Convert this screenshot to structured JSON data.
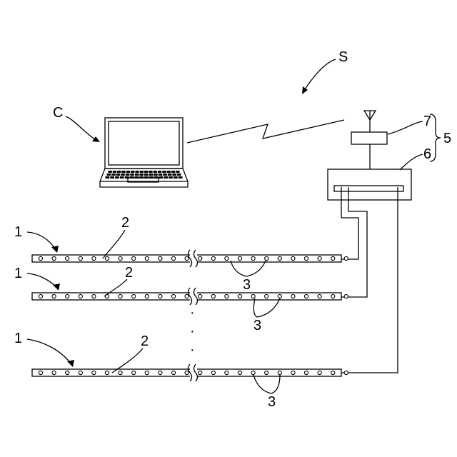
{
  "labels": {
    "system": "S",
    "computer": "C",
    "receiver_unit": "5",
    "controller": "6",
    "transceiver": "7",
    "rows": [
      {
        "strip": "1",
        "support": "2",
        "sensor": "3"
      },
      {
        "strip": "1",
        "support": "2",
        "sensor": "3"
      },
      {
        "strip": "1",
        "support": "2",
        "sensor": "3"
      }
    ]
  },
  "continuation_dots": "⋮"
}
